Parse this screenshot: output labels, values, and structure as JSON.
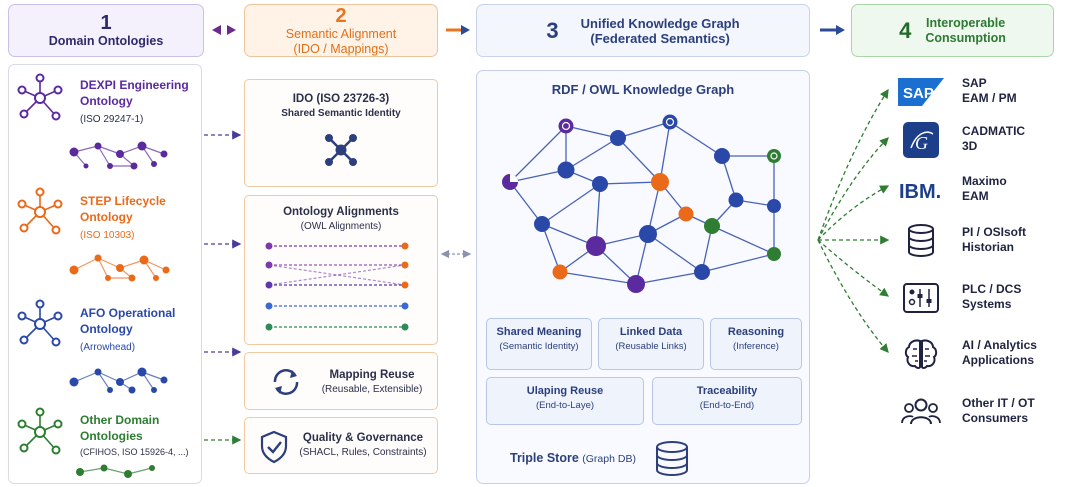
{
  "headers": [
    {
      "num": "1",
      "title": "Domain Ontologies"
    },
    {
      "num": "2",
      "title_line1": "Semantic Alignment",
      "title_line2": "(IDO / Mappings)"
    },
    {
      "num": "3",
      "title_line1": "Unified Knowledge Graph",
      "title_line2": "(Federated Semantics)"
    },
    {
      "num": "4",
      "title_line1": "Interoperable",
      "title_line2": "Consumption"
    }
  ],
  "ontologies": [
    {
      "title_line1": "DEXPI Engineering",
      "title_line2": "Ontology",
      "sub": "(ISO 29247-1)",
      "color": "#5b2a9e"
    },
    {
      "title_line1": "STEP Lifecycle",
      "title_line2": "Ontology",
      "sub": "(ISO 10303)",
      "color": "#ea6a1a"
    },
    {
      "title_line1": "AFO Operational",
      "title_line2": "Ontology",
      "sub": "(Arrowhead)",
      "color": "#2a48a8"
    },
    {
      "title_line1": "Other Domain",
      "title_line2": "Ontologies",
      "sub": "(CFIHOS, ISO 15926-4, ...)",
      "color": "#2f7d32"
    }
  ],
  "alignment": {
    "ido": {
      "title": "IDO (ISO 23726-3)",
      "sub": "Shared Semantic Identity"
    },
    "alignments": {
      "title": "Ontology Alignments",
      "sub": "(OWL Alignments)"
    },
    "mapping": {
      "title": "Mapping Reuse",
      "sub": "(Reusable, Extensible)"
    },
    "quality": {
      "title": "Quality & Governance",
      "sub": "(SHACL, Rules, Constraints)"
    }
  },
  "knowledge_graph": {
    "title": "RDF / OWL Knowledge Graph",
    "features": [
      {
        "title": "Shared Meaning",
        "sub": "(Semantic Identity)"
      },
      {
        "title": "Linked Data",
        "sub": "(Reusable Links)"
      },
      {
        "title": "Reasoning",
        "sub": "(Inference)"
      },
      {
        "title": "Ulaping Reuse",
        "sub": "(End-to-Laye)"
      },
      {
        "title": "Traceability",
        "sub": "(End-to-End)"
      }
    ],
    "triple_store": "Triple Store",
    "triple_store_sub": "(Graph DB)"
  },
  "consumers": [
    {
      "icon": "sap-logo-icon",
      "label_line1": "SAP",
      "label_line2": "EAM / PM"
    },
    {
      "icon": "cadmatic-logo-icon",
      "label_line1": "CADMATIC",
      "label_line2": "3D",
      "logo_text": "G"
    },
    {
      "icon": "ibm-logo-icon",
      "label_line1": "Maximo",
      "label_line2": "EAM",
      "logo_text": "IBM."
    },
    {
      "icon": "database-icon",
      "label_line1": "PI / OSIsoft",
      "label_line2": "Historian"
    },
    {
      "icon": "plc-control-icon",
      "label_line1": "PLC / DCS",
      "label_line2": "Systems"
    },
    {
      "icon": "brain-ai-icon",
      "label_line1": "AI / Analytics",
      "label_line2": "Applications"
    },
    {
      "icon": "people-group-icon",
      "label_line1": "Other IT / OT",
      "label_line2": "Consumers"
    }
  ],
  "logos": {
    "sap": "SAP"
  },
  "colors": {
    "purple": "#5b2a9e",
    "orange": "#ea6a1a",
    "blue": "#2a48a8",
    "green": "#2f7d32",
    "navy": "#2c3f7c",
    "teal": "#1f8a70"
  }
}
